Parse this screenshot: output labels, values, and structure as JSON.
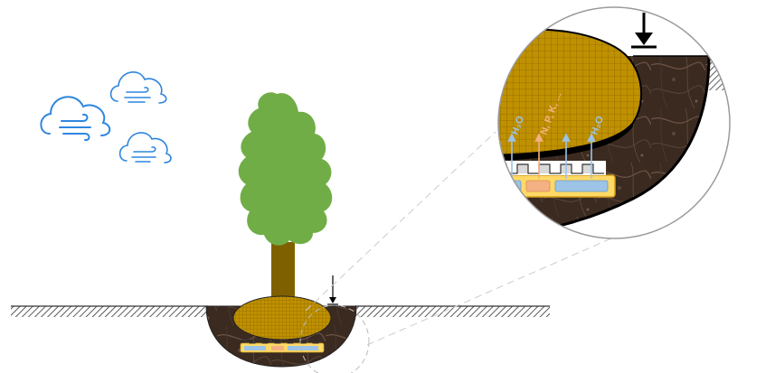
{
  "labels": {
    "water_left": "H₂O",
    "nutrients": "N, P, K, ...",
    "water_right": "H₂O"
  },
  "icons": {
    "weather": [
      "wind-cloud-icon",
      "wind-cloud-icon",
      "wind-cloud-icon"
    ],
    "load": "downward-load-arrow-icon"
  },
  "colors": {
    "foliage": "#70ad47",
    "trunk": "#7f6000",
    "root_ball": "#bf9000",
    "soil": "#3b2a20",
    "cloud": "#2e86de",
    "water": "#9dc3e6",
    "nutrient": "#f4b183",
    "tray": "#ffd966"
  }
}
